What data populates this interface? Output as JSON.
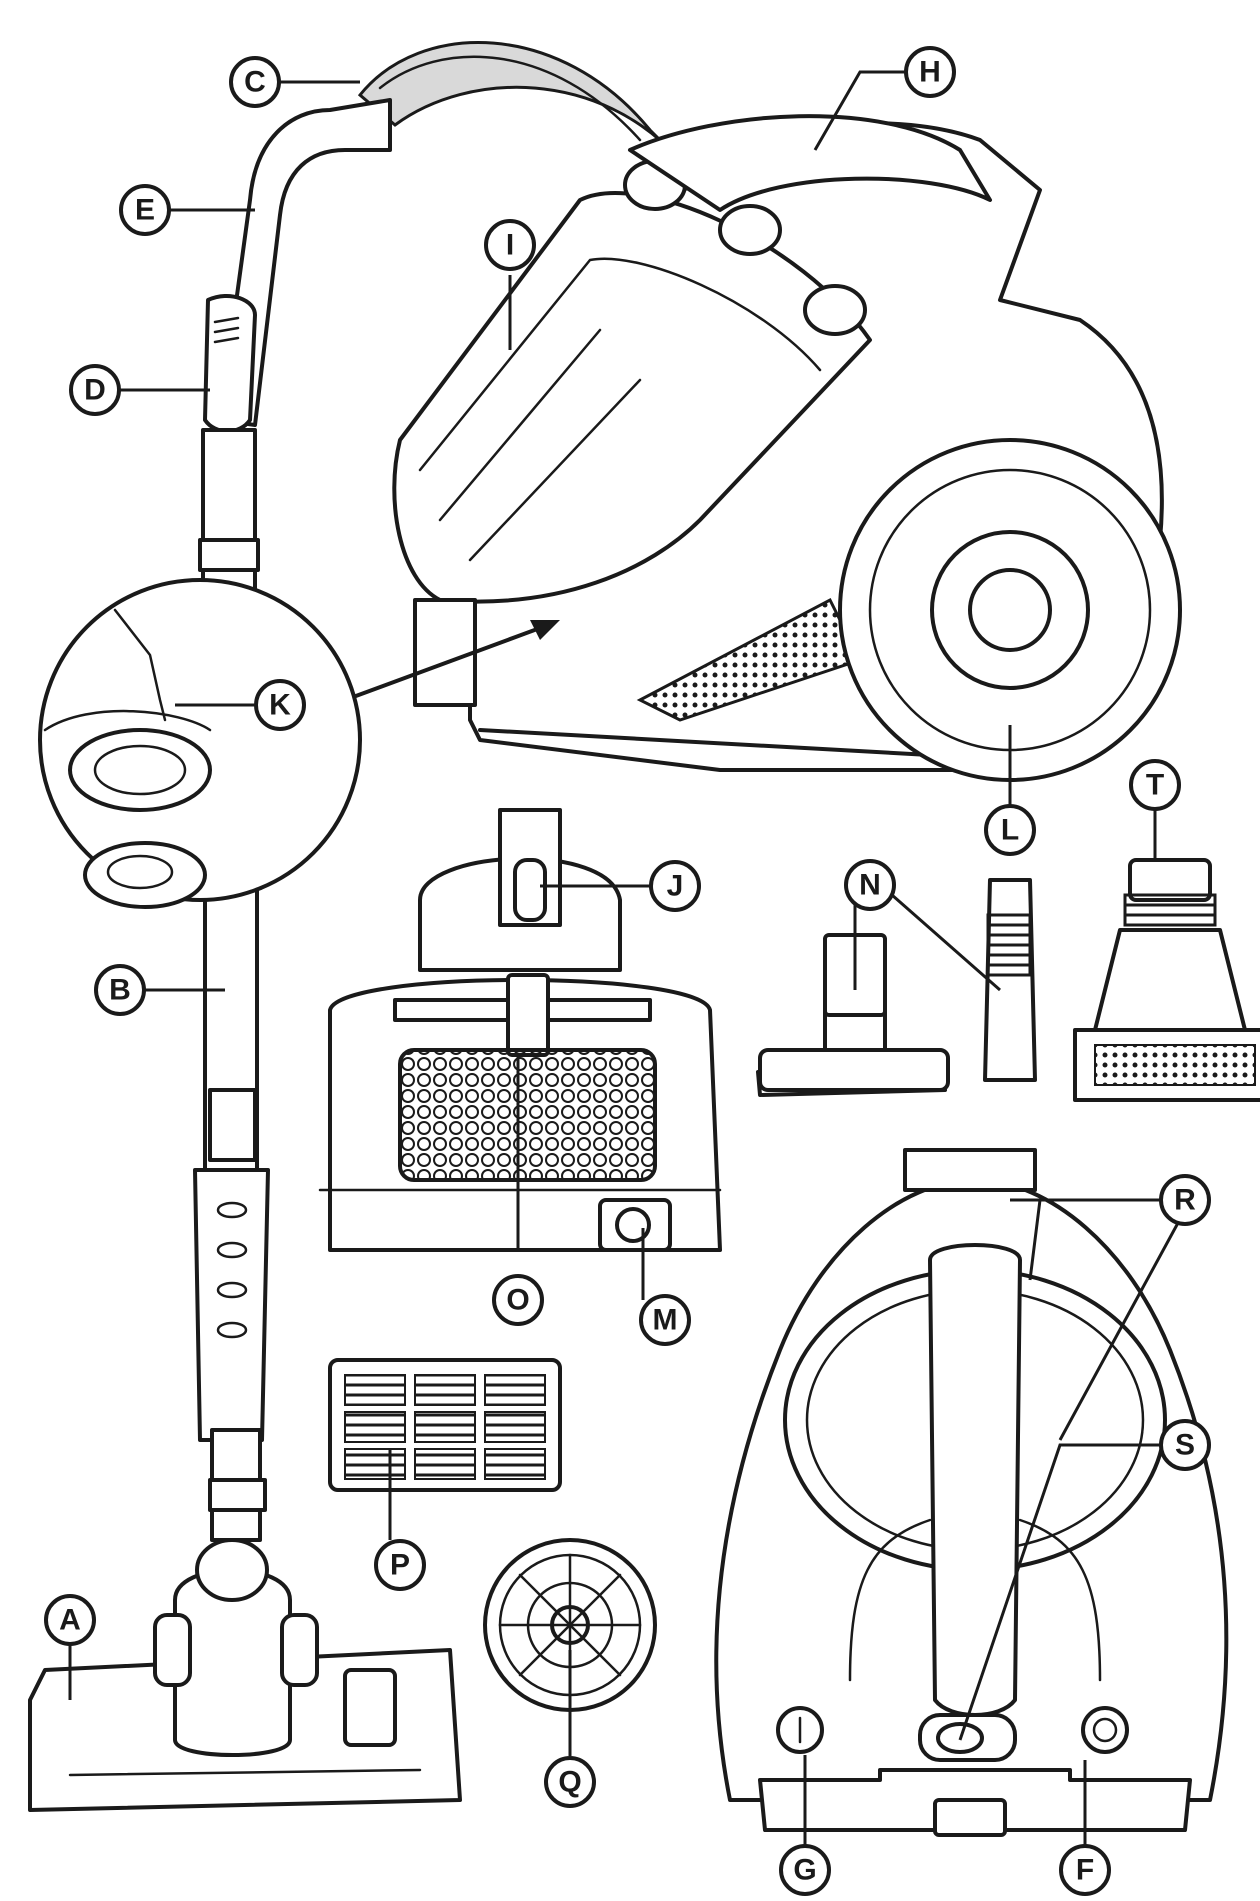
{
  "callouts": [
    {
      "id": "A",
      "label": "A"
    },
    {
      "id": "B",
      "label": "B"
    },
    {
      "id": "C",
      "label": "C"
    },
    {
      "id": "D",
      "label": "D"
    },
    {
      "id": "E",
      "label": "E"
    },
    {
      "id": "F",
      "label": "F"
    },
    {
      "id": "G",
      "label": "G"
    },
    {
      "id": "H",
      "label": "H"
    },
    {
      "id": "I",
      "label": "I"
    },
    {
      "id": "J",
      "label": "J"
    },
    {
      "id": "K",
      "label": "K"
    },
    {
      "id": "L",
      "label": "L"
    },
    {
      "id": "M",
      "label": "M"
    },
    {
      "id": "N",
      "label": "N"
    },
    {
      "id": "O",
      "label": "O"
    },
    {
      "id": "P",
      "label": "P"
    },
    {
      "id": "Q",
      "label": "Q"
    },
    {
      "id": "R",
      "label": "R"
    },
    {
      "id": "S",
      "label": "S"
    },
    {
      "id": "T",
      "label": "T"
    }
  ],
  "colors": {
    "line": "#1a1a1a",
    "fill": "#ffffff",
    "shade": "#d9d9d9"
  },
  "icons": [
    "power-button-icon",
    "cord-rewind-icon",
    "hex-mesh-icon",
    "power-socket-icon"
  ]
}
